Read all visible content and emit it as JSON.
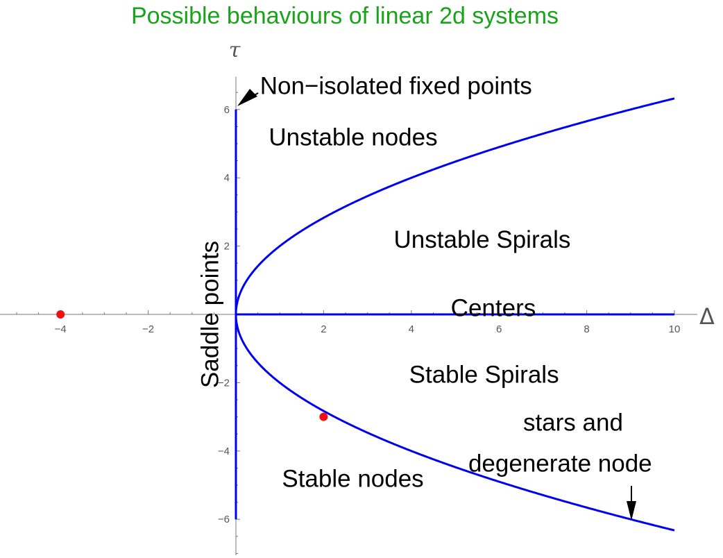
{
  "chart_data": {
    "type": "line",
    "title": "Possible behaviours of linear 2d systems",
    "xlabel": "Δ",
    "ylabel": "τ",
    "xlim": [
      -5.3,
      10.3
    ],
    "ylim": [
      -7,
      6.8
    ],
    "xticks": [
      -4,
      -2,
      2,
      4,
      6,
      8,
      10
    ],
    "xtick_labels": [
      "−4",
      "−2",
      "2",
      "4",
      "6",
      "8",
      "10"
    ],
    "yticks": [
      -6,
      -4,
      -2,
      2,
      4,
      6
    ],
    "ytick_labels": [
      "−6",
      "−4",
      "−2",
      "2",
      "4",
      "6"
    ],
    "grid": false,
    "series": [
      {
        "curve": "tau = +2*sqrt(Delta)",
        "x_range": [
          0,
          10
        ]
      },
      {
        "curve": "tau = -2*sqrt(Delta)",
        "x_range": [
          0,
          10
        ]
      },
      {
        "curve": "Delta = 0",
        "y_range": [
          -6,
          6
        ]
      },
      {
        "curve": "tau = 0",
        "x_range": [
          0,
          10
        ]
      }
    ],
    "points": [
      {
        "x": -4,
        "y": 0
      },
      {
        "x": 2,
        "y": -3
      }
    ],
    "annotations": [
      {
        "key": "non_isolated",
        "text": "Non−isolated fixed points",
        "x": 0.55,
        "y": 6.45,
        "arrow_to": [
          0,
          6
        ]
      },
      {
        "key": "unstable_nodes",
        "text": "Unstable nodes",
        "x": 0.75,
        "y": 4.95
      },
      {
        "key": "unstable_spirals",
        "text": "Unstable Spirals",
        "x": 3.6,
        "y": 1.95
      },
      {
        "key": "centers",
        "text": "Centers",
        "x": 4.9,
        "y": -0.05
      },
      {
        "key": "saddle_points",
        "text": "Saddle points",
        "x": -0.4,
        "y": 0,
        "rotate": -90
      },
      {
        "key": "stable_spirals",
        "text": "Stable Spirals",
        "x": 3.95,
        "y": -2.0
      },
      {
        "key": "stars_line1",
        "text": "stars and",
        "x": 6.55,
        "y": -3.4
      },
      {
        "key": "stars_line2",
        "text": "degenerate node",
        "x": 5.3,
        "y": -4.6
      },
      {
        "key": "stable_nodes",
        "text": "Stable nodes",
        "x": 1.05,
        "y": -5.05
      }
    ]
  },
  "colors": {
    "title": "#1aa31a",
    "curve": "#0000ee",
    "point": "#ee1111",
    "axis": "#777777"
  }
}
